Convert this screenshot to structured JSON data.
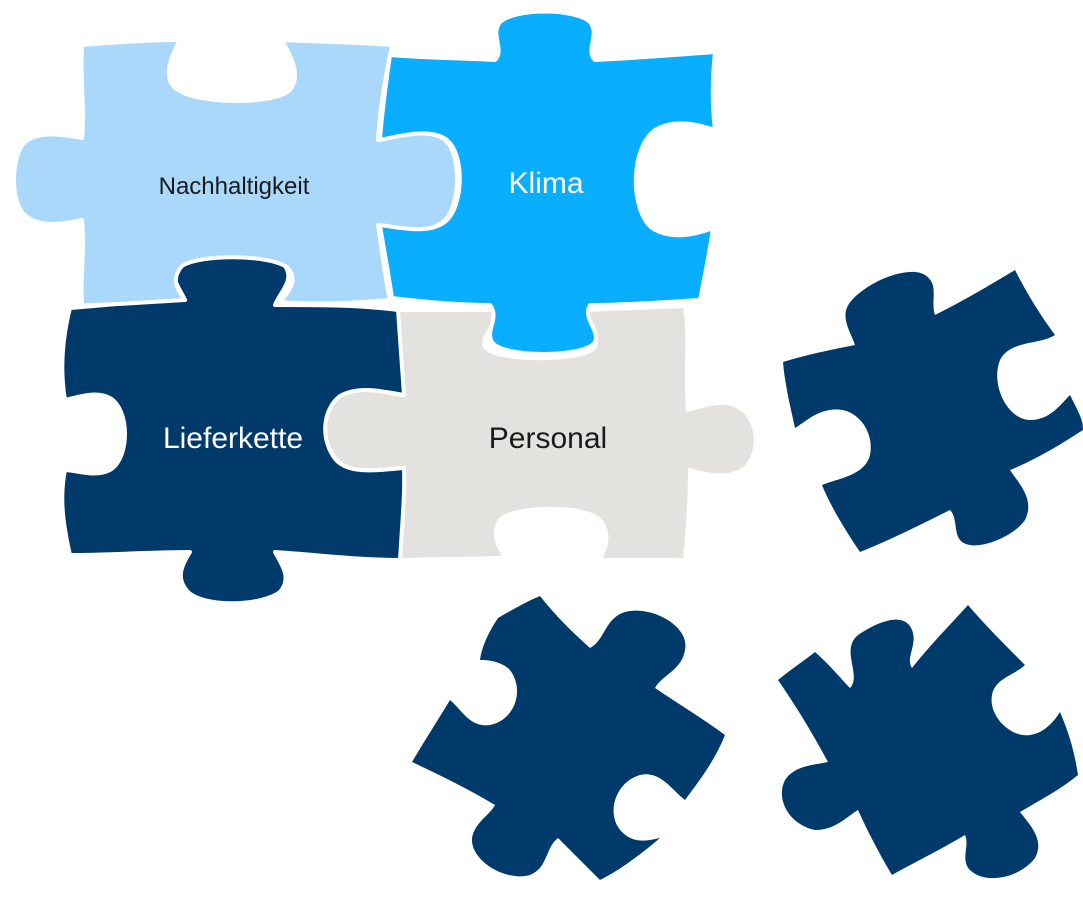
{
  "colors": {
    "background": "#ffffff",
    "light_blue": "#aad8fb",
    "sky_blue": "#0aaeff",
    "navy": "#003a6b",
    "light_gray": "#e3e2df",
    "outline": "#ffffff"
  },
  "pieces": {
    "nachhaltigkeit": {
      "label": "Nachhaltigkeit",
      "fill": "#aad8fb",
      "text_color": "#1a1a1a"
    },
    "klima": {
      "label": "Klima",
      "fill": "#0aaeff",
      "text_color": "#ffffff"
    },
    "lieferkette": {
      "label": "Lieferkette",
      "fill": "#003a6b",
      "text_color": "#ffffff"
    },
    "personal": {
      "label": "Personal",
      "fill": "#e3e2df",
      "text_color": "#1a1a1a"
    }
  },
  "loose_pieces": [
    {
      "fill": "#003a6b"
    },
    {
      "fill": "#003a6b"
    },
    {
      "fill": "#003a6b"
    }
  ]
}
